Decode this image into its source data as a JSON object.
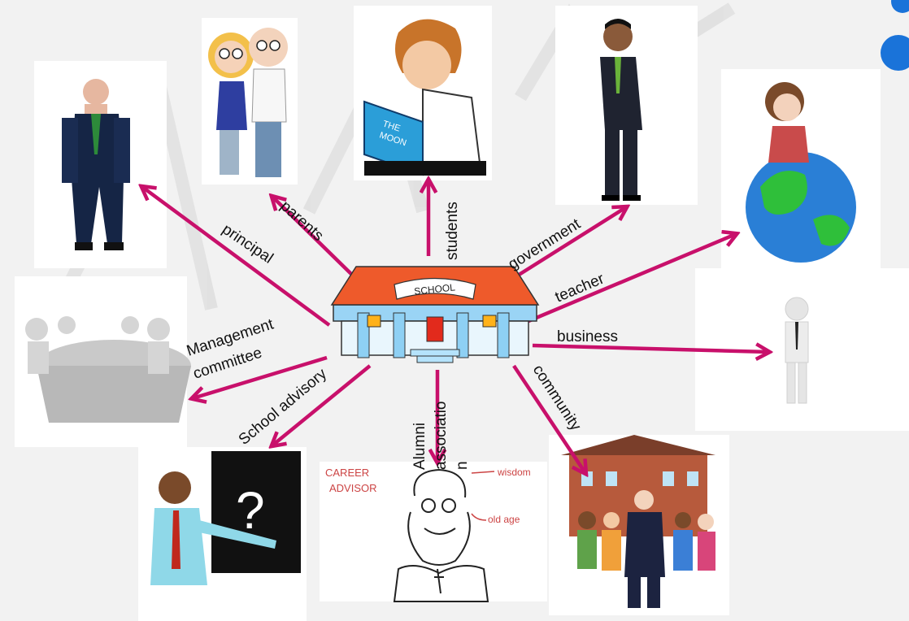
{
  "hub": {
    "sign_text": "SCHOOL",
    "stakeholders": [
      {
        "id": "principal",
        "label": "principal"
      },
      {
        "id": "parents",
        "label": "parents"
      },
      {
        "id": "students",
        "label": "students"
      },
      {
        "id": "government",
        "label": "government"
      },
      {
        "id": "teacher",
        "label": "teacher"
      },
      {
        "id": "business",
        "label": "business"
      },
      {
        "id": "community",
        "label": "community"
      },
      {
        "id": "alumni",
        "label_lines": [
          "Alumni",
          "associatio",
          "n"
        ]
      },
      {
        "id": "school-advisory",
        "label": "School advisory"
      },
      {
        "id": "management",
        "label_lines": [
          "Management",
          "committee"
        ]
      }
    ]
  },
  "students_picture": {
    "book_text_line1": "THE",
    "book_text_line2": "MOON"
  },
  "career_picture": {
    "caption_line1": "CAREER",
    "caption_line2": "ADVISOR",
    "note_wisdom": "wisdom",
    "note_old_age": "old age"
  },
  "advisor_picture": {
    "board_mark": "?"
  },
  "colors": {
    "arrow": "#c8106b",
    "school_roof": "#ee5a2b",
    "school_wall": "#8ed0f4",
    "watermark": "#dcdcdc",
    "accent_circle": "#1a73d9"
  }
}
